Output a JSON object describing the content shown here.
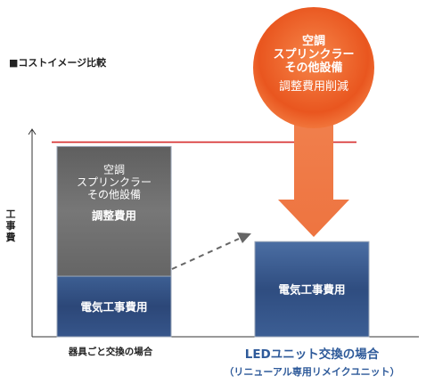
{
  "legend_title": "■コストイメージ比較",
  "chart_data": {
    "type": "bar",
    "title": "",
    "ylabel": "工事費",
    "xlabel": "",
    "categories": [
      {
        "lines": [
          "器具ごと交換の場合"
        ]
      },
      {
        "lines": [
          "LEDユニット交換の場合",
          "（リニューアル専用リメイクユニット）"
        ]
      }
    ],
    "stacks": [
      {
        "category": "器具ごと交換の場合",
        "segments": [
          {
            "lines": [
              "電気工事費用"
            ],
            "value": 70,
            "color": "#2f4c7e"
          },
          {
            "lines": [
              "空調",
              "スプリンクラー",
              "その他設備",
              "調整費用"
            ],
            "value": 150,
            "color": "#6b6b6b"
          }
        ]
      },
      {
        "category": "LEDユニット交換の場合",
        "segments": [
          {
            "lines": [
              "電気工事費用"
            ],
            "value": 110,
            "color": "#3b5f95"
          }
        ]
      }
    ],
    "reference_line": {
      "value": 225,
      "color": "#d62b2b"
    },
    "callout": {
      "lines": [
        "空調",
        "スプリンクラー",
        "その他設備"
      ],
      "sublines": [
        "調整費用削減"
      ],
      "color": "#ea5a22"
    },
    "ylim": [
      0,
      240
    ],
    "grid": false
  }
}
